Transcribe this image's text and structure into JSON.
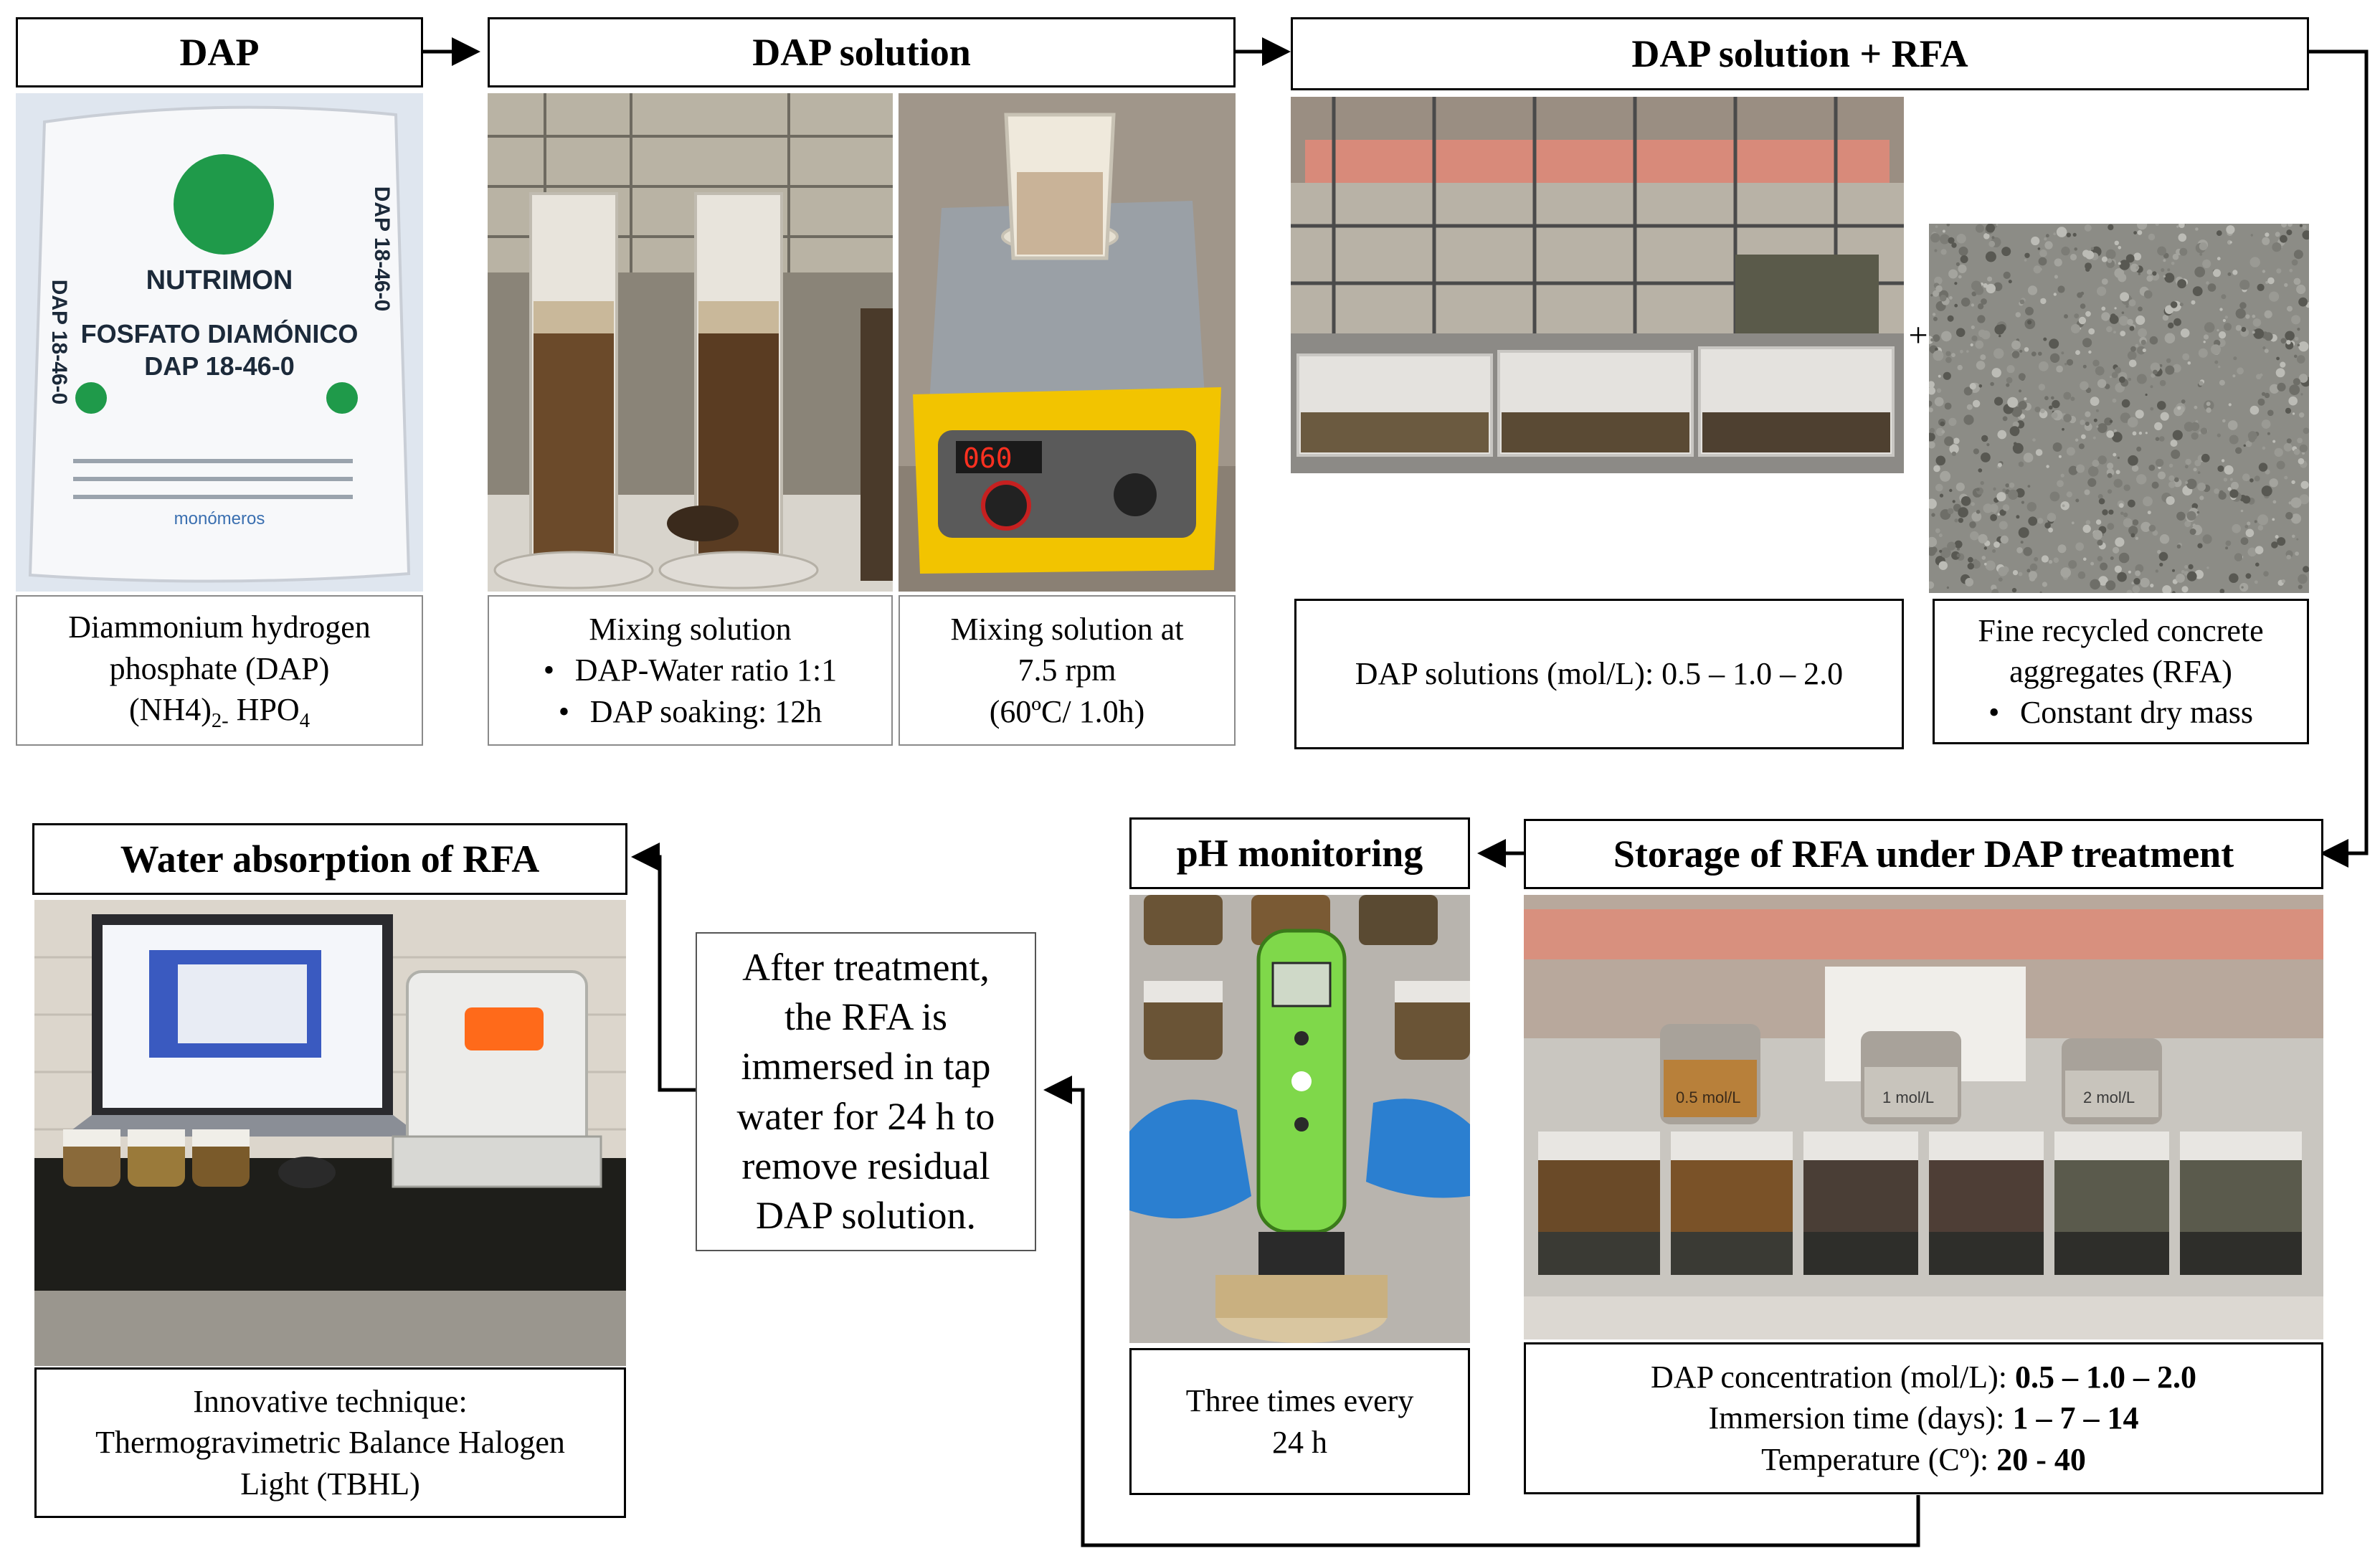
{
  "steps": {
    "dap": {
      "title": "DAP",
      "bag": {
        "brand": "NUTRIMON",
        "product_line1": "FOSFATO DIAMÓNICO",
        "product_line2": "DAP 18-46-0",
        "side_text": "DAP 18-46-0",
        "maker": "monómeros"
      },
      "caption": {
        "line1": "Diammonium hydrogen",
        "line2": "phosphate (DAP)",
        "formula_a": "(NH4)",
        "formula_sub1": "2-",
        "formula_b": " HPO",
        "formula_sub2": "4"
      }
    },
    "dap_solution": {
      "title": "DAP solution",
      "hotplate_display": "060",
      "caption_left": {
        "line1": "Mixing solution",
        "bullet1": "DAP-Water ratio 1:1",
        "bullet2": "DAP soaking: 12h"
      },
      "caption_right": {
        "line1": "Mixing solution at",
        "line2": "7.5 rpm",
        "line3": "(60ºC/ 1.0h)"
      }
    },
    "dap_rfa": {
      "title": "DAP solution + RFA",
      "plus": "+",
      "caption_left": "DAP solutions (mol/L): 0.5 – 1.0 – 2.0",
      "caption_right": {
        "line1": "Fine recycled concrete",
        "line2": "aggregates (RFA)",
        "bullet1": "Constant dry mass"
      }
    },
    "storage": {
      "title": "Storage of RFA under DAP treatment",
      "jar_labels": [
        "0.5 mol/L",
        "1 mol/L",
        "2 mol/L"
      ],
      "caption": {
        "l1_text": "DAP concentration (mol/L): ",
        "l1_bold": "0.5 – 1.0 – 2.0",
        "l2_text": "Immersion time (days): ",
        "l2_bold": "1 – 7 – 14",
        "l3_text": "Temperature (Cº): ",
        "l3_bold": "20 - 40"
      }
    },
    "ph": {
      "title": "pH monitoring",
      "caption": {
        "line1": "Three times every",
        "line2": "24 h"
      }
    },
    "after": {
      "lines": [
        "After treatment,",
        "the RFA is",
        "immersed in tap",
        "water for 24 h to",
        "remove residual",
        "DAP solution."
      ]
    },
    "water": {
      "title": "Water absorption of RFA",
      "caption": {
        "line1": "Innovative technique:",
        "line2": "Thermogravimetric Balance Halogen",
        "line3": "Light (TBHL)"
      }
    }
  },
  "colors": {
    "bag_green": "#1f9a4a",
    "solution_brown": "#6b4a2a",
    "hotplate_yellow": "#f2c400",
    "ph_meter_green": "#7fd84a",
    "glove_blue": "#2b7fd0"
  }
}
